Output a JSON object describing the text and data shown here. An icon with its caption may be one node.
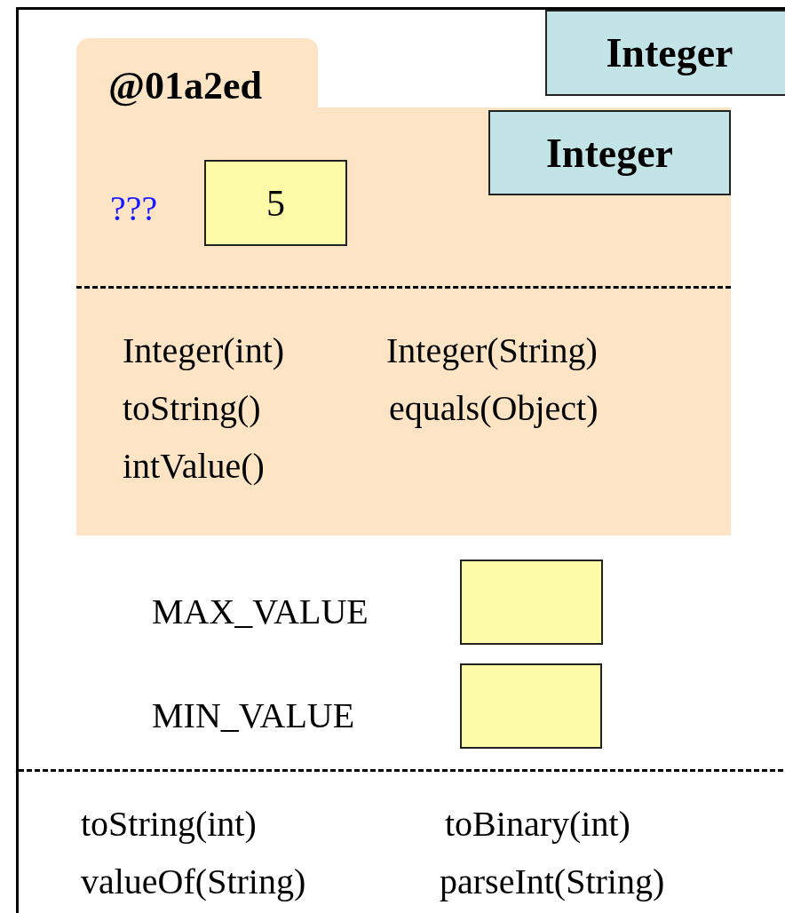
{
  "diagram": {
    "nodes": [
      {
        "text": [],
        "shape": "box"
      },
      {
        "text": [
          "Integer"
        ],
        "in": 0
      },
      {
        "text": [
          "@01a2ed"
        ],
        "in": 0
      },
      {
        "text": [
          "Integer"
        ],
        "in": 2
      },
      {
        "text": [
          "5"
        ],
        "in": 2,
        "beside": [
          "???"
        ]
      },
      {
        "text": [],
        "shape": "box",
        "in": 0,
        "beside": [
          "MAX_VALUE"
        ]
      },
      {
        "text": [],
        "shape": "box",
        "in": 0,
        "beside": [
          "MIN_VALUE"
        ]
      }
    ],
    "labels": [
      "Integer(int)",
      "Integer(String)",
      "toString()",
      "equals(Object)",
      "intValue()",
      "toString(int)",
      "toBinary(int)",
      "valueOf(String)",
      "parseInt(String)"
    ]
  }
}
